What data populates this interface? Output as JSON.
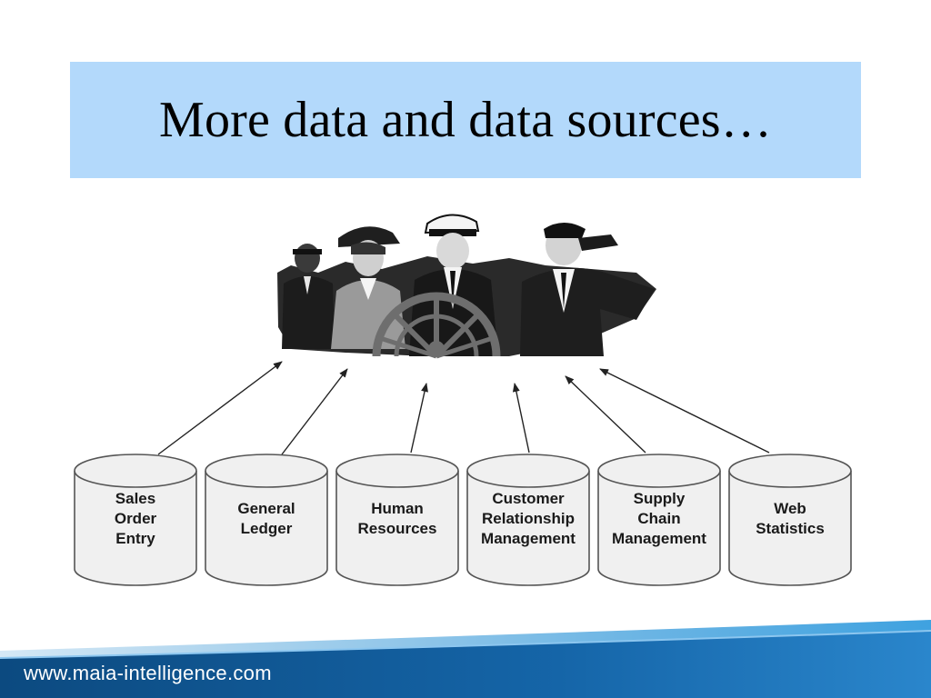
{
  "slide": {
    "title": "More data and data sources…",
    "footer_url": "www.maia-intelligence.com"
  },
  "databases": [
    {
      "lines": [
        "Sales",
        "Order",
        "Entry"
      ]
    },
    {
      "lines": [
        "General",
        "Ledger"
      ]
    },
    {
      "lines": [
        "Human",
        "Resources"
      ]
    },
    {
      "lines": [
        "Customer",
        "Relationship",
        "Management"
      ]
    },
    {
      "lines": [
        "Supply",
        "Chain",
        "Management"
      ]
    },
    {
      "lines": [
        "Web",
        "Statistics"
      ]
    }
  ],
  "colors": {
    "title_bg": "#b3d9fb",
    "footer_dark": "#0d4f86",
    "footer_light": "#2f8fd0",
    "cylinder_fill": "#f0f0f0",
    "cylinder_stroke": "#555555"
  },
  "illustration": {
    "icon": "business-team-at-ship-wheel-icon"
  }
}
